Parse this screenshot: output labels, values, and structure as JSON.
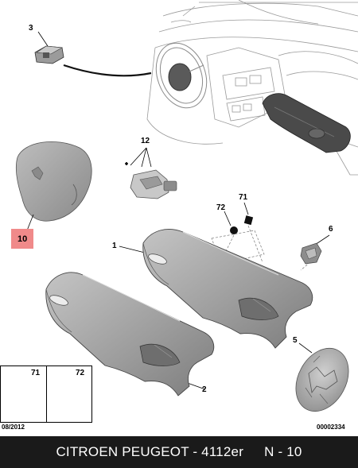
{
  "callouts": {
    "c3": "3",
    "c12": "12",
    "c10": "10",
    "c71": "71",
    "c72": "72",
    "c1": "1",
    "c6": "6",
    "c5": "5",
    "c2": "2"
  },
  "hardware_box": {
    "left_label": "71",
    "right_label": "72"
  },
  "date_code": "08/2012",
  "diagram_code": "00002334",
  "footer": {
    "brand_part": "CITROEN PEUGEOT - 4112er",
    "ref": "N - 10"
  },
  "colors": {
    "highlight": "#f08a8a",
    "footer_bg": "#1a1a1a",
    "part_gray": "#a9a9a9",
    "part_dark": "#6f6f6f"
  }
}
